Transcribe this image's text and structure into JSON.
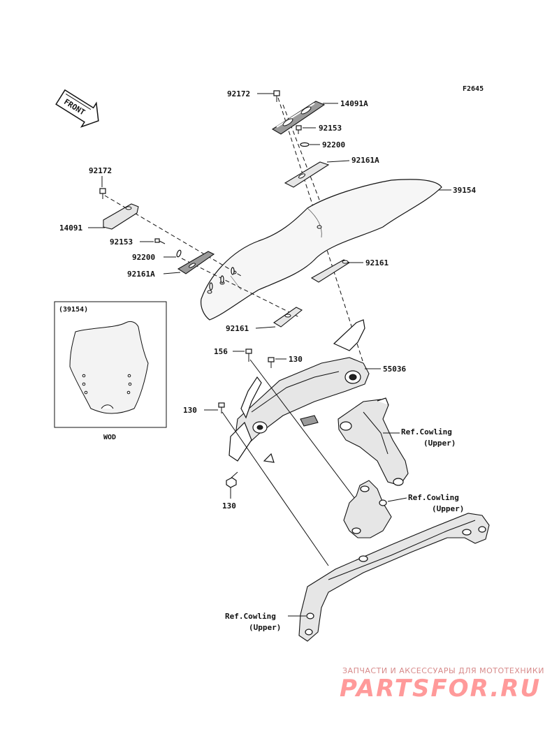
{
  "diagram": {
    "figure_code": "F2645",
    "front_label": "FRONT",
    "parts": {
      "p92172_top": "92172",
      "p14091A": "14091A",
      "p92153_top": "92153",
      "p92200_top": "92200",
      "p92161A_top": "92161A",
      "p39154": "39154",
      "p92172_left": "92172",
      "p14091": "14091",
      "p92153_left": "92153",
      "p92200_left": "92200",
      "p92161A_left": "92161A",
      "p92161_right": "92161",
      "p92161_bottom": "92161",
      "p156": "156",
      "p130_a": "130",
      "p55036": "55036",
      "p130_b": "130",
      "p130_c": "130"
    },
    "refs": {
      "ref1_line1": "Ref.Cowling",
      "ref1_line2": "(Upper)",
      "ref2_line1": "Ref.Cowling",
      "ref2_line2": "(Upper)",
      "ref3_line1": "Ref.Cowling",
      "ref3_line2": "(Upper)"
    },
    "inset": {
      "title": "(39154)",
      "caption": "WOD"
    }
  },
  "watermark": {
    "line1": "ЗАПЧАСТИ И АКСЕССУАРЫ ДЛЯ МОТОТЕХНИКИ",
    "line2": "PARTSFOR.RU",
    "color": "#ff9a9a"
  }
}
